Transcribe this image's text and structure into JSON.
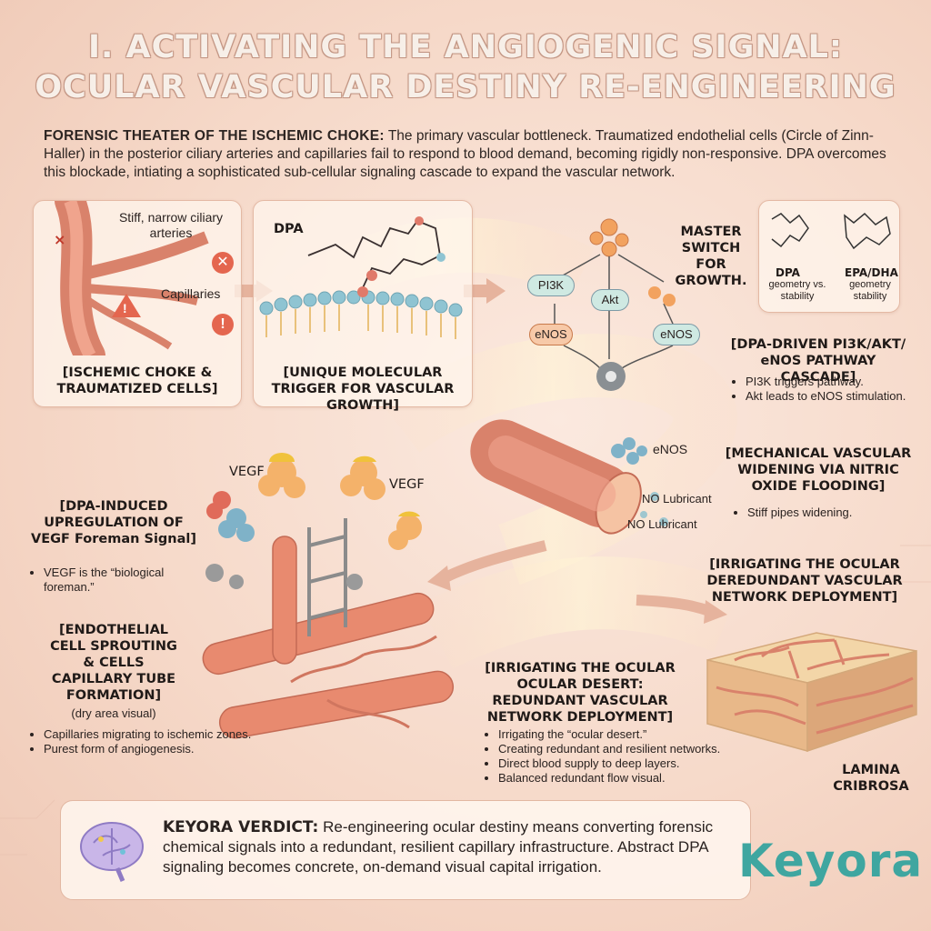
{
  "title_line1": "I. ACTIVATING THE ANGIOGENIC SIGNAL:",
  "title_line2": "OCULAR VASCULAR DESTINY RE-ENGINEERING",
  "intro_heading": "FORENSIC THEATER OF THE ISCHEMIC CHOKE:",
  "intro_text": "The primary vascular bottleneck. Traumatized endothelial cells (Circle of Zinn-Haller) in the posterior ciliary arteries and capillaries fail to respond to blood demand, becoming rigidly non-responsive. DPA overcomes this blockade, intiating a sophisticated sub-cellular signaling cascade to expand the vascular network.",
  "panel1": {
    "label_arteries": "Stiff, narrow ciliary arteries",
    "label_capillaries": "Capillaries",
    "caption": "[ISCHEMIC CHOKE & TRAUMATIZED CELLS]"
  },
  "panel2": {
    "label_dpa": "DPA",
    "caption": "[UNIQUE MOLECULAR TRIGGER FOR VASCULAR GROWTH]"
  },
  "pathway": {
    "master_switch": "MASTER SWITCH FOR GROWTH.",
    "pi3k": "PI3K",
    "akt": "Akt",
    "enos_left": "eNOS",
    "enos_right": "eNOS",
    "heading": "[DPA-DRIVEN PI3K/AKT/ eNOS PATHWAY CASCADE]",
    "bullets": [
      "PI3K triggers pathway.",
      "Akt leads to eNOS stimulation."
    ]
  },
  "compare": {
    "dpa_name": "DPA",
    "dpa_sub": "geometry vs. stability",
    "epa_name": "EPA/DHA",
    "epa_sub": "geometry stability"
  },
  "widening": {
    "enos": "eNOS",
    "no1": "NO Lubricant",
    "no2": "NO Lubricant",
    "heading": "[MECHANICAL VASCULAR WIDENING VIA NITRIC OXIDE FLOODING]",
    "bullets": [
      "Stiff pipes widening."
    ]
  },
  "vegf": {
    "label1": "VEGF",
    "label2": "VEGF",
    "heading": "[DPA-INDUCED UPREGULATION OF VEGF Foreman Signal]",
    "bullets": [
      "VEGF is the “biological foreman.”"
    ]
  },
  "sprouting": {
    "heading": "[ENDOTHELIAL CELL SPROUTING & CELLS CAPILLARY TUBE FORMATION]",
    "sub": "(dry area visual)",
    "bullets": [
      "Capillaries migrating to ischemic zones.",
      "Purest form of angiogenesis."
    ]
  },
  "irrigating_mid": {
    "heading": "[IRRIGATING THE OCULAR OCULAR DESERT: REDUNDANT VASCULAR NETWORK DEPLOYMENT]",
    "bullets": [
      "Irrigating the “ocular desert.”",
      "Creating redundant and resilient networks.",
      "Direct blood supply to deep layers.",
      "Balanced redundant flow visual."
    ]
  },
  "irrigating_right": {
    "heading": "[IRRIGATING THE OCULAR DEREDUNDANT VASCULAR NETWORK DEPLOYMENT]",
    "lamina": "LAMINA CRIBROSA"
  },
  "verdict": {
    "heading": "KEYORA VERDICT:",
    "text": "Re-engineering ocular destiny means converting forensic chemical signals into a redundant, resilient capillary infrastructure. Abstract DPA signaling becomes concrete, on-demand visual capital irrigation."
  },
  "logo": "Keyora",
  "colors": {
    "artery": "#d9826b",
    "accent_teal": "#3fa6a0",
    "background": "#f6d9c9"
  }
}
